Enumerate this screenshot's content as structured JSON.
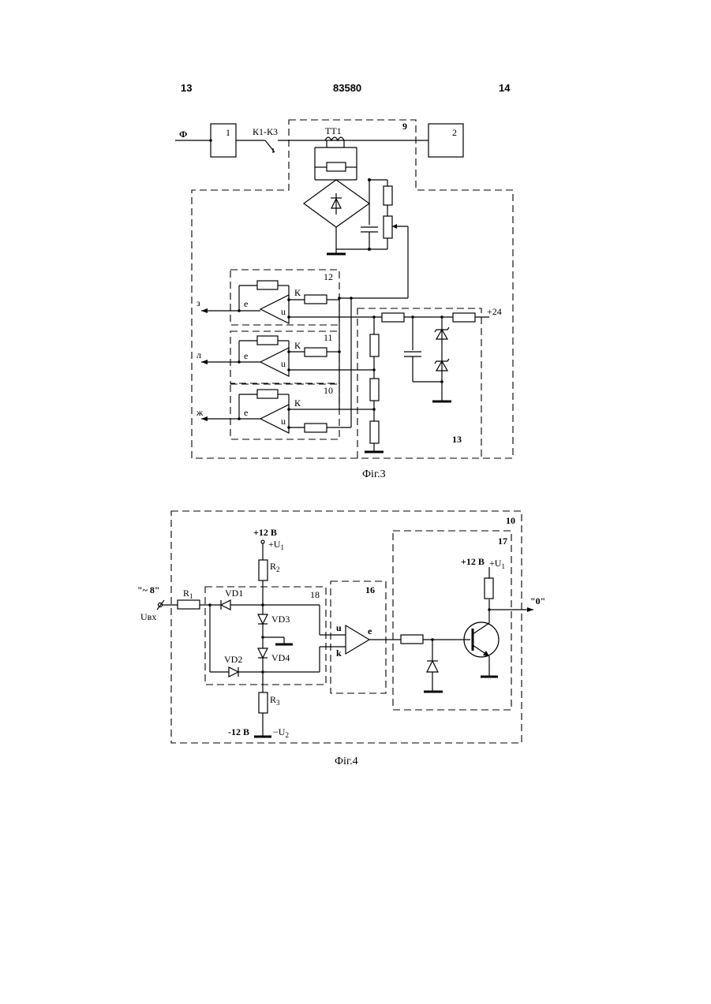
{
  "header": {
    "left_page": "13",
    "patent_number": "83580",
    "right_page": "14"
  },
  "fig3": {
    "caption": "Фіг.3",
    "phase_label": "Ф",
    "switch_label": "К1-К3",
    "transformer_label": "ТТ1",
    "block1": "1",
    "block2": "2",
    "block9": "9",
    "block12": "12",
    "block11": "11",
    "block10": "10",
    "block13": "13",
    "supply_label": "+24",
    "outputs": {
      "z": "з",
      "l": "л",
      "zh": "ж"
    },
    "pins": {
      "e": "e",
      "u": "u",
      "k": "К"
    }
  },
  "fig4": {
    "caption": "Фіг.4",
    "input_label": "\"~ 8\"",
    "input_voltage": "Uвх",
    "r1": "R",
    "r1_sub": "1",
    "r2": "R",
    "r2_sub": "2",
    "r3": "R",
    "r3_sub": "3",
    "vd1": "VD1",
    "vd2": "VD2",
    "vd3": "VD3",
    "vd4": "VD4",
    "pos_supply": "+12 В",
    "pos_u": "+U",
    "pos_u_sub": "1",
    "neg_supply": "-12 В",
    "neg_u": "−U",
    "neg_u_sub": "2",
    "block10": "10",
    "block16": "16",
    "block17": "17",
    "block18": "18",
    "pin_u": "u",
    "pin_k": "k",
    "pin_e": "e",
    "t_supply": "+12 В",
    "t_u": "+U",
    "t_u_sub": "1",
    "output_label": "\"0\""
  }
}
